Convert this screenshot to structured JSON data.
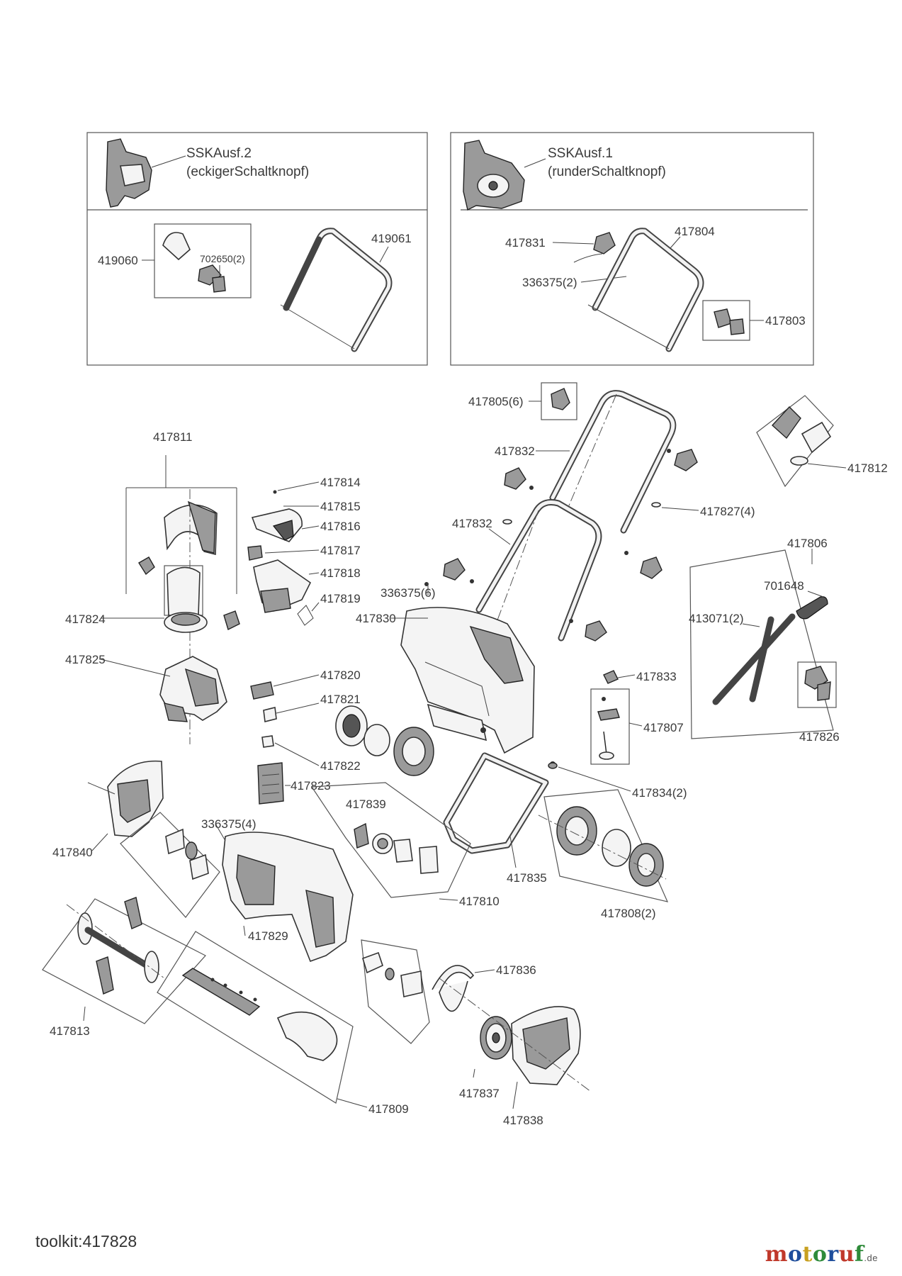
{
  "variants": {
    "left": {
      "title": "SSKAusf.2",
      "subtitle": "(eckigerSchaltknopf)"
    },
    "right": {
      "title": "SSKAusf.1",
      "subtitle": "(runderSchaltknopf)"
    }
  },
  "labels": {
    "p419060": "419060",
    "p702650_2": "702650(2)",
    "p419061": "419061",
    "p417831": "417831",
    "p417804": "417804",
    "p336375_2": "336375(2)",
    "p417803": "417803",
    "p417805_6": "417805(6)",
    "p417812": "417812",
    "p417811": "417811",
    "p417832a": "417832",
    "p417814": "417814",
    "p417815": "417815",
    "p417816": "417816",
    "p417827_4": "417827(4)",
    "p417817": "417817",
    "p417832b": "417832",
    "p417806": "417806",
    "p417818": "417818",
    "p336375_6": "336375(6)",
    "p701648": "701648",
    "p417819": "417819",
    "p417824": "417824",
    "p417830": "417830",
    "p413071_2": "413071(2)",
    "p417825": "417825",
    "p417820": "417820",
    "p417833": "417833",
    "p417821": "417821",
    "p417807": "417807",
    "p417826": "417826",
    "p417822": "417822",
    "p417823": "417823",
    "p417834_2": "417834(2)",
    "p417839": "417839",
    "p336375_4": "336375(4)",
    "p417840": "417840",
    "p417835": "417835",
    "p417810": "417810",
    "p417808_2": "417808(2)",
    "p417829": "417829",
    "p417836": "417836",
    "p417813": "417813",
    "p417837": "417837",
    "p417809": "417809",
    "p417838": "417838"
  },
  "footer": {
    "toolkit": "toolkit:417828",
    "logo_main": "motoruf",
    "logo_suffix": ".de"
  },
  "logo_colors": [
    "#c0392b",
    "#1f4e9c",
    "#c8a020",
    "#2e8b3a",
    "#1f4e9c",
    "#c0392b",
    "#2e8b3a"
  ]
}
